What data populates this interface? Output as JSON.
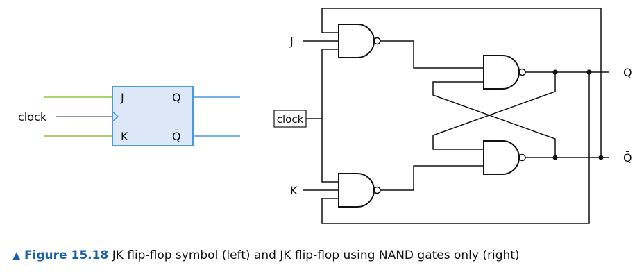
{
  "symbol": {
    "label_j": "J",
    "label_k": "K",
    "label_q": "Q",
    "label_qbar": "Q̄",
    "label_clock": "clock"
  },
  "circuit": {
    "label_j": "J",
    "label_k": "K",
    "label_q": "Q",
    "label_qbar": "Q̄",
    "label_clock": "clock"
  },
  "caption": {
    "marker": "▲",
    "figure_number": "Figure 15.18",
    "text": "JK flip-flop symbol (left) and JK flip-flop using NAND gates only (right)"
  },
  "colors": {
    "box_fill": "#dce8f7",
    "box_stroke": "#4a9bd8",
    "input_lines": "#8dc63f",
    "clock_line": "#8a6fb0",
    "output_lines": "#4a9bd8",
    "caption_accent": "#1a5fa8"
  }
}
